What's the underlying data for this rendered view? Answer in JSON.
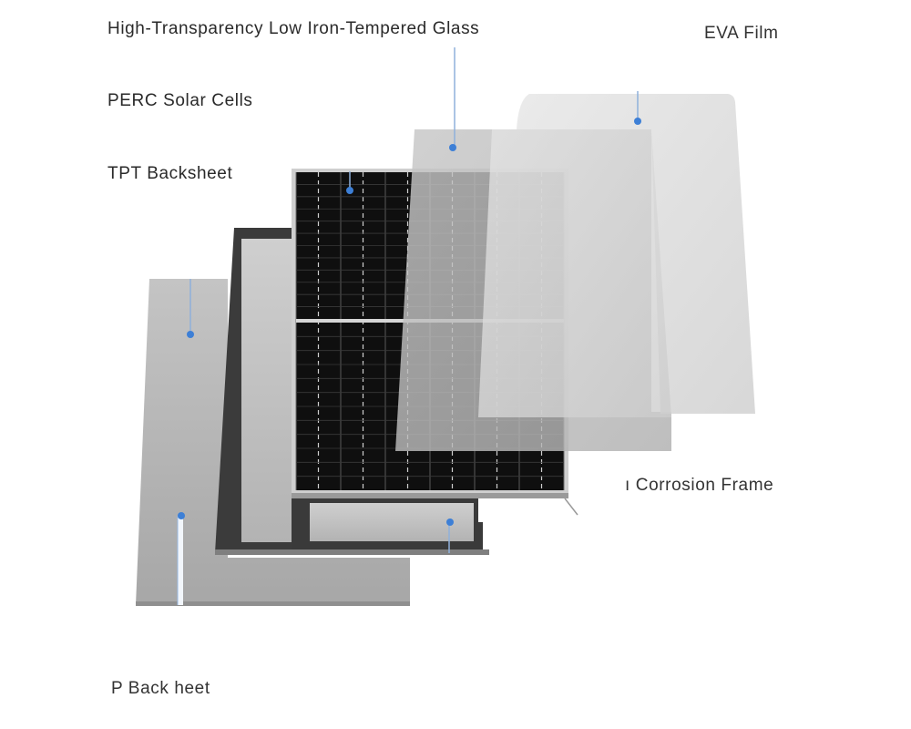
{
  "labels": {
    "glass": "High-Transparency Low Iron-Tempered Glass",
    "eva": "EVA Film",
    "perc": "PERC Solar Cells",
    "tpt": "TPT Backsheet",
    "frame": "ı Corrosion Frame",
    "bottom": "P  Back heet"
  },
  "colors": {
    "accent_pointer": "#3d7fd6",
    "cell_dark": "#101010",
    "frame_dark": "#3a3a3a",
    "sheet_gray": "#b9b9b9",
    "film_light": "#dedede"
  }
}
